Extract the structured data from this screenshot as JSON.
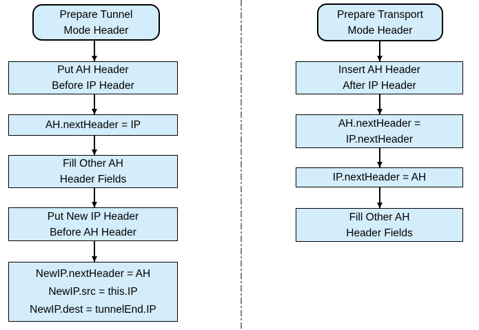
{
  "diagram": {
    "kind": "flowchart",
    "colors": {
      "node_fill": "#d3edfa",
      "node_border": "#000000",
      "text": "#000000",
      "arrow": "#000000",
      "divider": "#7f7f7f",
      "background": "#ffffff"
    },
    "divider_style": "vertical dash-dot line separating the two flows"
  },
  "tunnel_flow": {
    "nodes": [
      {
        "type": "start",
        "lines": [
          "Prepare Tunnel",
          "Mode Header"
        ]
      },
      {
        "type": "process",
        "lines": [
          "Put AH Header",
          "Before IP Header"
        ]
      },
      {
        "type": "process",
        "lines": [
          "AH.nextHeader = IP"
        ]
      },
      {
        "type": "process",
        "lines": [
          "Fill Other AH",
          "Header Fields"
        ]
      },
      {
        "type": "process",
        "lines": [
          "Put New IP Header",
          "Before AH Header"
        ]
      },
      {
        "type": "process",
        "lines": [
          "NewIP.nextHeader = AH",
          "NewIP.src = this.IP",
          "NewIP.dest = tunnelEnd.IP"
        ]
      }
    ]
  },
  "transport_flow": {
    "nodes": [
      {
        "type": "start",
        "lines": [
          "Prepare Transport",
          "Mode Header"
        ]
      },
      {
        "type": "process",
        "lines": [
          "Insert AH Header",
          "After IP Header"
        ]
      },
      {
        "type": "process",
        "lines": [
          "AH.nextHeader =",
          "IP.nextHeader"
        ]
      },
      {
        "type": "process",
        "lines": [
          "IP.nextHeader = AH"
        ]
      },
      {
        "type": "process",
        "lines": [
          "Fill Other AH",
          "Header Fields"
        ]
      }
    ]
  }
}
